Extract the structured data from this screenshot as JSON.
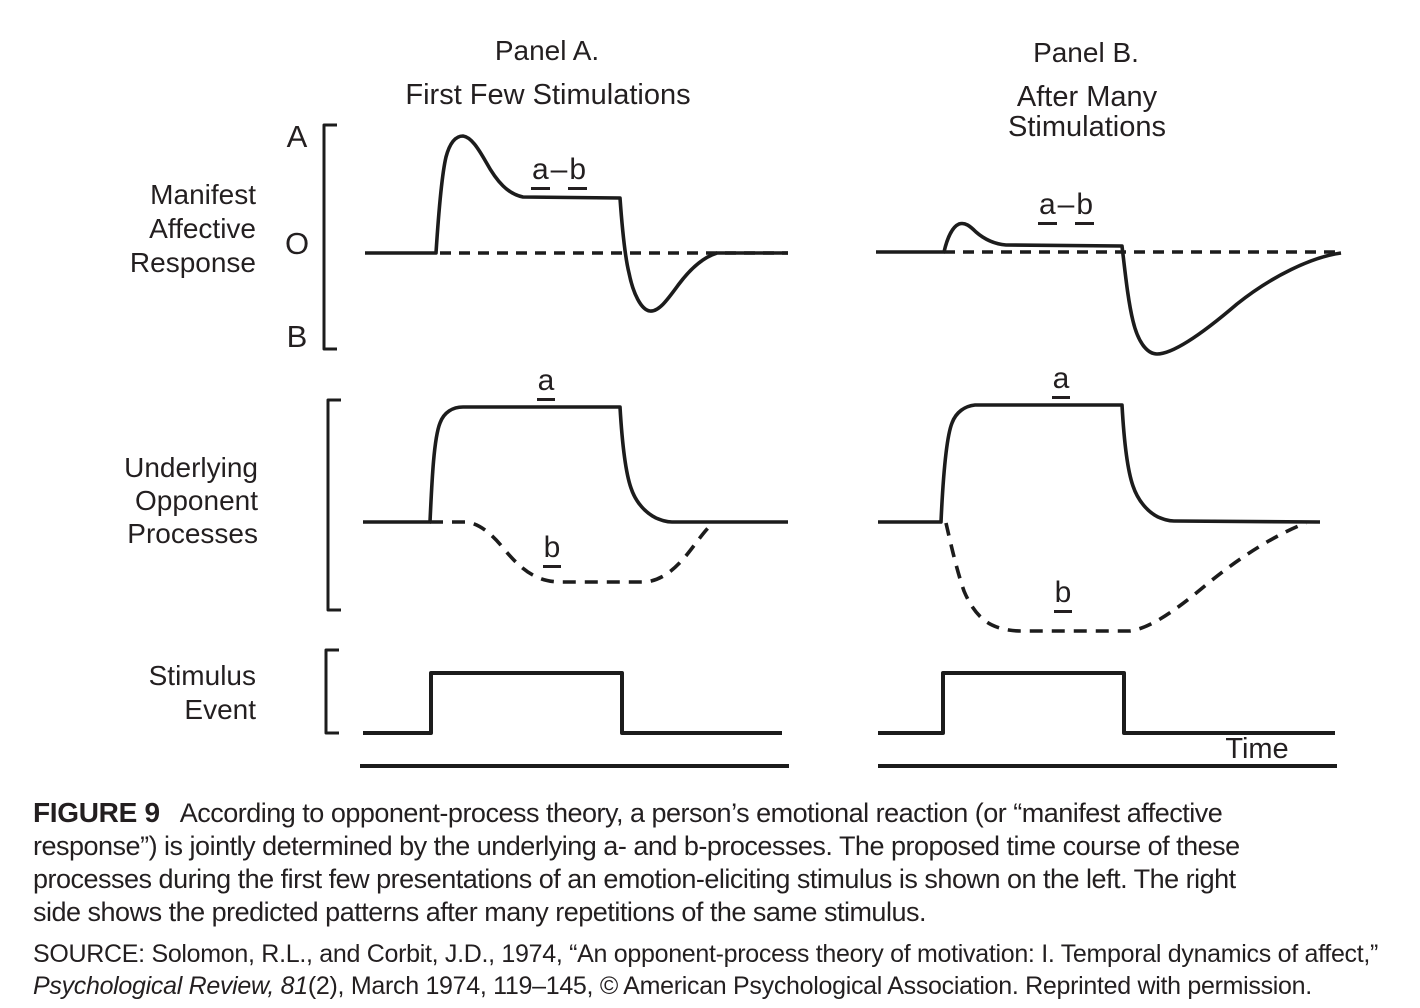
{
  "ink_color": "#231f20",
  "panel_a": {
    "title": "Panel A.",
    "subtitle": "First Few Stimulations"
  },
  "panel_b": {
    "title": "Panel B.",
    "subtitle": "After Many Stimulations"
  },
  "row_manifest": {
    "label_line1": "Manifest",
    "label_line2": "Affective",
    "label_line3": "Response",
    "axis_top": "A",
    "axis_mid": "O",
    "axis_bottom": "B",
    "curve_label_a": "a",
    "curve_label_dash": "–",
    "curve_label_b": "b"
  },
  "row_opponent": {
    "label_line1": "Underlying",
    "label_line2": "Opponent",
    "label_line3": "Processes",
    "a_label": "a",
    "b_label": "b"
  },
  "row_stimulus": {
    "label_line1": "Stimulus",
    "label_line2": "Event"
  },
  "time_label": "Time",
  "diagram_summary": {
    "type": "schematic line diagram, black ink on white",
    "panel_a_manifest": "solid a–b curve: flat at O, sharp rise to peak near A at stimulus onset, decays to steady plateau, sharp drop below O at stimulus offset, dip toward B, slow return to O baseline (dashed)",
    "panel_b_manifest": "solid a–b curve: small brief bump above O at onset, near-baseline plateau, deep prolonged dip toward B after offset, very slow return to O baseline (dashed)",
    "panel_a_opponent": "solid a-process: rectangular rise to plateau during stimulus; dashed b-process: delayed shallow trough below baseline, returns shortly after offset",
    "panel_b_opponent": "solid a-process: rectangular rise to plateau during stimulus; dashed b-process: immediate deep prolonged trough, very slow return after offset",
    "stimulus_event": "square pulse: low, high during stimulus, low after; identical timing in both panels"
  },
  "caption": {
    "figure_label": "FIGURE 9",
    "line1": "According to opponent-process theory, a person’s emotional reaction (or “manifest affective",
    "line2": "response”) is jointly determined by the underlying a- and b-processes. The proposed time course of these",
    "line3": "processes during the first few presentations of an emotion-eliciting stimulus is shown on the left. The right",
    "line4": "side shows the predicted patterns after many repetitions of the same stimulus."
  },
  "source": {
    "line1": "SOURCE: Solomon, R.L., and Corbit, J.D., 1974, “An opponent-process theory of motivation: I. Temporal dynamics of affect,”",
    "line2_italic": "Psychological Review, 81",
    "line2_rest": "(2), March 1974, 119–145, © American Psychological Association. Reprinted with permission."
  }
}
